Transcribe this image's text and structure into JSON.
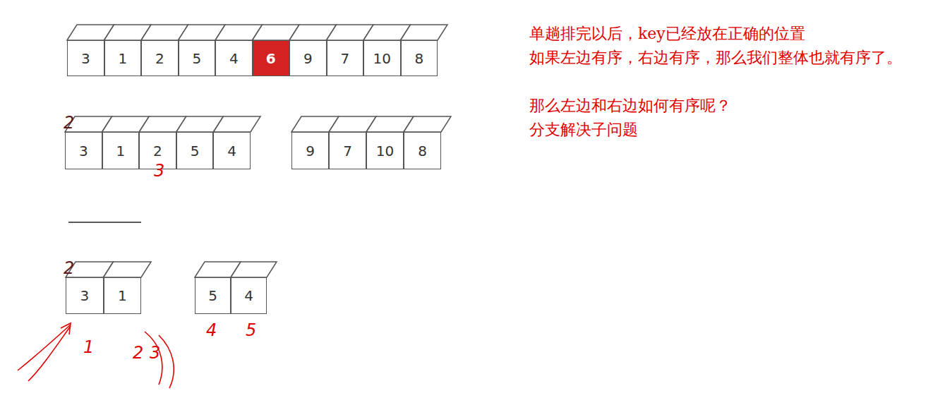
{
  "diagram": {
    "nodes": [
      {
        "text": [
          "3"
        ]
      },
      {
        "text": [
          "1"
        ]
      },
      {
        "text": [
          "2"
        ]
      },
      {
        "text": [
          "5"
        ]
      },
      {
        "text": [
          "4"
        ]
      },
      {
        "text": [
          "6"
        ]
      },
      {
        "text": [
          "9"
        ]
      },
      {
        "text": [
          "7"
        ]
      },
      {
        "text": [
          "10"
        ]
      },
      {
        "text": [
          "8"
        ]
      },
      {
        "text": [
          "3"
        ]
      },
      {
        "text": [
          "1"
        ]
      },
      {
        "text": [
          "2"
        ]
      },
      {
        "text": [
          "5"
        ]
      },
      {
        "text": [
          "4"
        ]
      },
      {
        "text": [
          "9"
        ]
      },
      {
        "text": [
          "7"
        ]
      },
      {
        "text": [
          "10"
        ]
      },
      {
        "text": [
          "8"
        ]
      },
      {
        "text": [
          "3"
        ]
      },
      {
        "text": [
          "1"
        ]
      },
      {
        "text": [
          "5"
        ]
      },
      {
        "text": [
          "4"
        ]
      }
    ],
    "labels": [
      "单趟排完以后，key已经放在正确的位置",
      "如果左边有序，右边有序，那么我们整体也就有序了。",
      "那么左边和右边如何有序呢？",
      "分支解决子问题",
      "2",
      "3",
      "2",
      "1",
      "2",
      "3",
      "4",
      "5"
    ]
  }
}
